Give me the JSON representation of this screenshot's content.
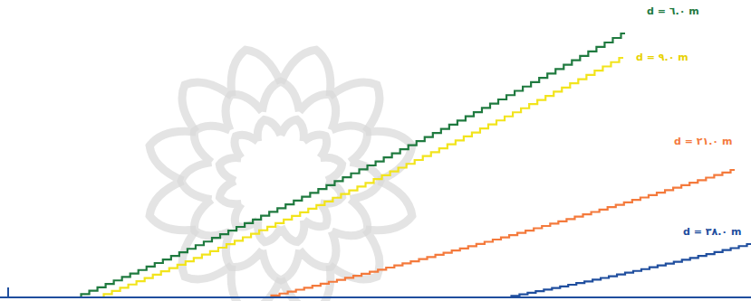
{
  "diagram": {
    "labels": [
      "d = ٦.٠ m",
      "d = ٩.٠ m",
      "d = ٢١.٠ m",
      "d = ٣٨.٠ m"
    ]
  }
}
